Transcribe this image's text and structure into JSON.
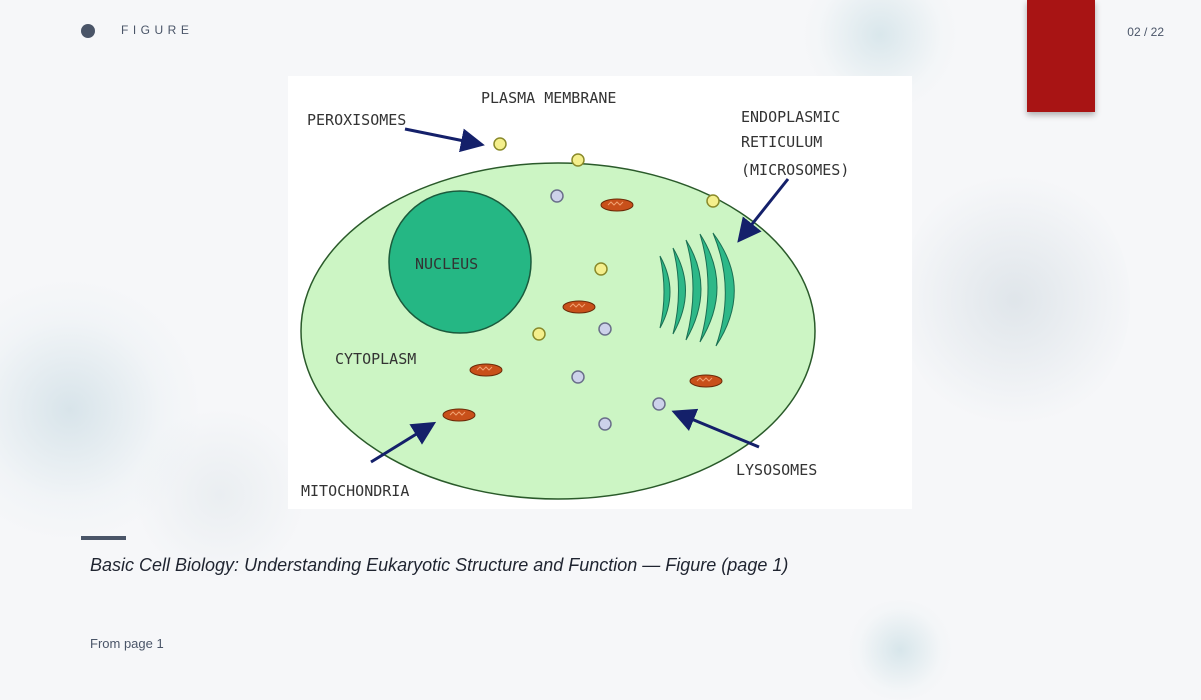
{
  "header": {
    "section_label": "FIGURE",
    "page_counter": "02 / 22"
  },
  "figure": {
    "labels": {
      "plasma_membrane": "PLASMA MEMBRANE",
      "peroxisomes": "PEROXISOMES",
      "er_line1": "ENDOPLASMIC",
      "er_line2": "RETICULUM",
      "er_line3": "(MICROSOMES)",
      "nucleus": "NUCLEUS",
      "cytoplasm": "CYTOPLASM",
      "mitochondria": "MITOCHONDRIA",
      "lysosomes": "LYSOSOMES"
    },
    "colors": {
      "cytoplasm": "#ccf5c4",
      "nucleus": "#25b784",
      "er": "#2db888",
      "mitochondria": "#c8501a",
      "peroxisome": "#f4ef8c",
      "lysosome": "#cdd2ea",
      "arrow": "#14206a"
    }
  },
  "footer": {
    "caption": "Basic Cell Biology: Understanding Eukaryotic Structure and Function — Figure (page 1)",
    "source": "From page 1"
  },
  "theme": {
    "accent": "#4a5568",
    "tab": "#a81414",
    "background": "#f6f7f9"
  }
}
